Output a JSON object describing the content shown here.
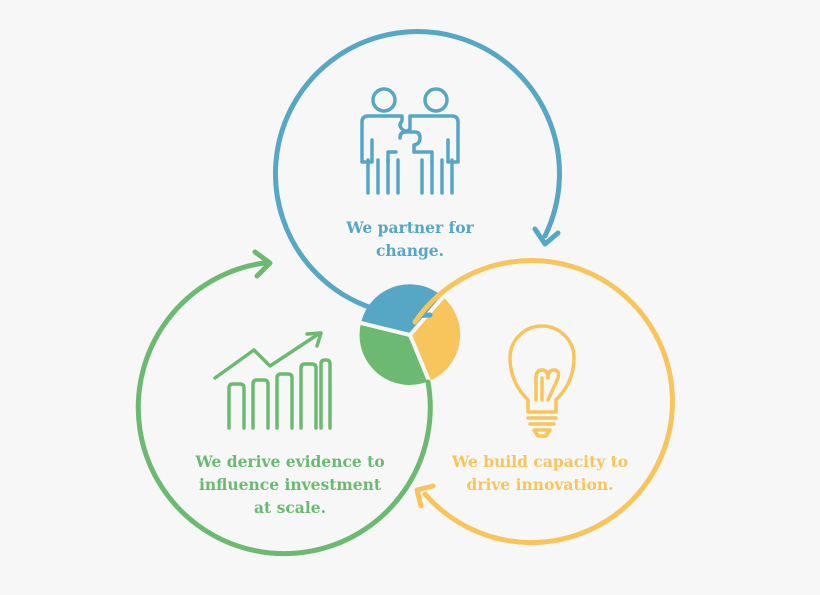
{
  "colors": {
    "blue": "#56a6c6",
    "yellow": "#f7c55b",
    "green": "#6cba72",
    "background": "#f7f7f7"
  },
  "circles": [
    {
      "key": "partner",
      "color_key": "blue",
      "icon": "partnership-puzzle-people-icon",
      "caption_lines": [
        "We partner for",
        "change."
      ]
    },
    {
      "key": "capacity",
      "color_key": "yellow",
      "icon": "lightbulb-icon",
      "caption_lines": [
        "We build capacity to",
        "drive innovation."
      ]
    },
    {
      "key": "evidence",
      "color_key": "green",
      "icon": "growth-bar-chart-icon",
      "caption_lines": [
        "We derive evidence to",
        "influence investment",
        "at scale."
      ]
    }
  ]
}
